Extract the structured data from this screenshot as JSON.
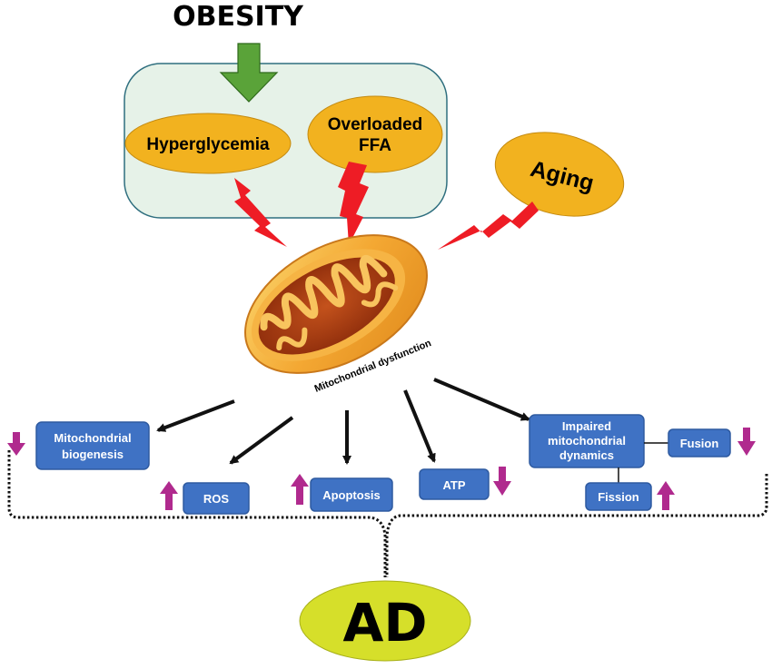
{
  "title": "OBESITY",
  "risk_factors": {
    "hyperglycemia": "Hyperglycemia",
    "ffa_line1": "Overloaded",
    "ffa_line2": "FFA",
    "aging": "Aging"
  },
  "center": {
    "label": "Mitochondrial dysfunction"
  },
  "effects": {
    "biogenesis_line1": "Mitochondrial",
    "biogenesis_line2": "biogenesis",
    "ros": "ROS",
    "apoptosis": "Apoptosis",
    "atp": "ATP",
    "dynamics_line1": "Impaired",
    "dynamics_line2": "mitochondrial",
    "dynamics_line3": "dynamics",
    "fusion": "Fusion",
    "fission": "Fission"
  },
  "outcome": {
    "label": "AD"
  },
  "colors": {
    "orange_oval": "#f2b21f",
    "box_blue": "#3f72c4",
    "box_border": "#2e5aa0",
    "lightning": "#ee1c25",
    "green_arrow": "#5aa339",
    "magenta_arrow": "#b02a8e",
    "ad_oval": "#d6df2a",
    "panel_fill": "#e6f2e8",
    "panel_border": "#2f6f7f"
  }
}
